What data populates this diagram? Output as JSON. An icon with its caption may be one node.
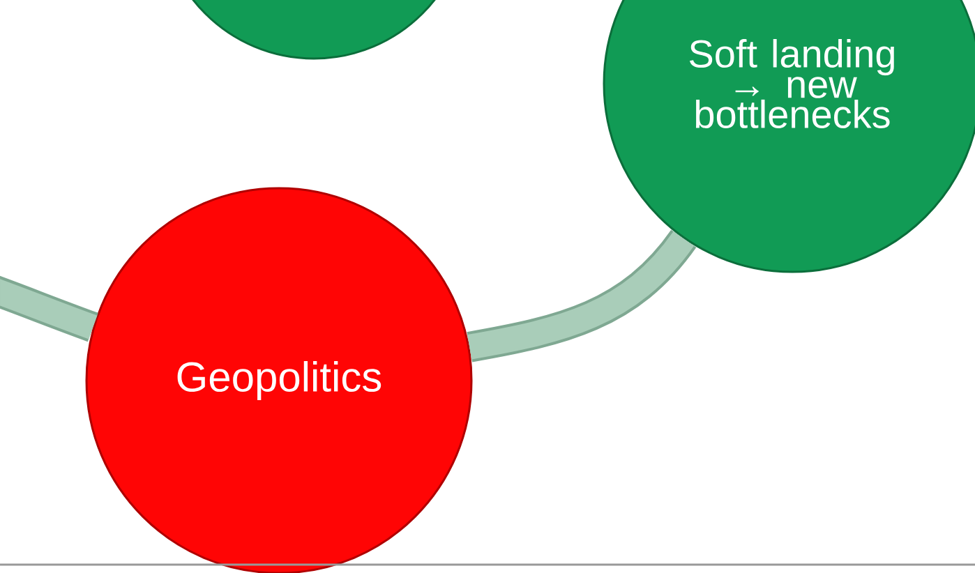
{
  "diagram": {
    "nodes": [
      {
        "text": [],
        "shape": "circle"
      },
      {
        "text": [
          "Soft landing → new bottlenecks"
        ]
      },
      {
        "text": [
          "Geopolitics"
        ]
      }
    ],
    "edges": [
      {
        "from": 2,
        "to": 1,
        "arrow": "none"
      },
      {
        "from": null,
        "to": 2,
        "arrow": "none"
      }
    ]
  }
}
